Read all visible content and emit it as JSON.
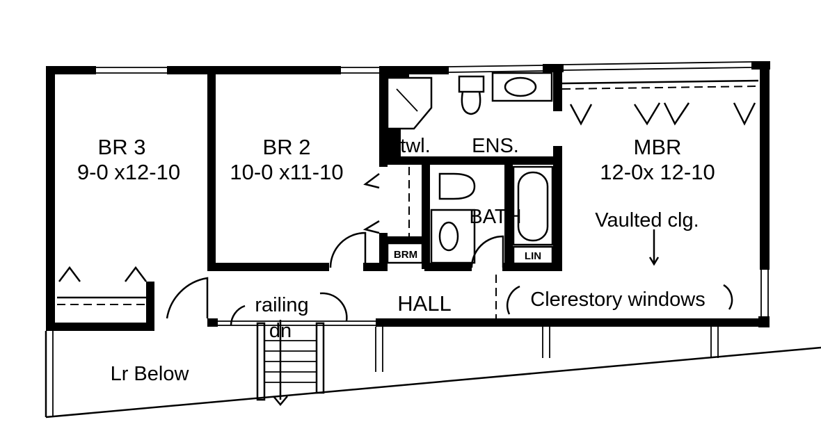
{
  "rooms": {
    "br3": {
      "name": "BR 3",
      "size": "9-0 x12-10"
    },
    "br2": {
      "name": "BR 2",
      "size": "10-0 x11-10"
    },
    "mbr": {
      "name": "MBR",
      "size": "12-0x 12-10",
      "note": "Vaulted clg."
    },
    "towel": {
      "name": "twl."
    },
    "ensuite": {
      "name": "ENS."
    },
    "bath": {
      "name": "BATH"
    },
    "broom": {
      "name": "BRM"
    },
    "linen": {
      "name": "LIN"
    },
    "hall": {
      "name": "HALL"
    }
  },
  "annotations": {
    "railing": "railing",
    "stair_down": "dn",
    "clerestory": "Clerestory windows",
    "living_below": "Lr Below"
  }
}
